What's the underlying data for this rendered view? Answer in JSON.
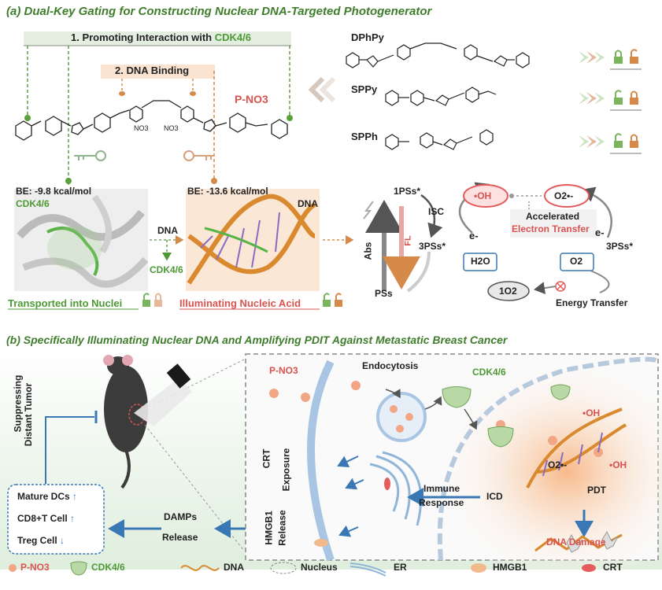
{
  "panel_a": {
    "title": "(a) Dual-Key Gating  for Constructing Nuclear DNA-Targeted Photogenerator",
    "bar1_prefix": "1. Promoting Interaction with ",
    "bar1_target": "CDK4/6",
    "bar2": "2. DNA Binding",
    "compound_main": "P-NO3",
    "no3_a": "NO3",
    "no3_b": "NO3",
    "molecules": [
      {
        "name": "DPhPy"
      },
      {
        "name": "SPPy"
      },
      {
        "name": "SPPh"
      }
    ],
    "be_left": "BE: -9.8 kcal/mol",
    "be_left_sub": "CDK4/6",
    "be_right": "BE: -13.6 kcal/mol",
    "be_right_sub": "DNA",
    "mid_dna": "DNA",
    "mid_cdk": "CDK4/6",
    "caption_left": "Transported into Nuclei",
    "caption_right": "Illuminating Nucleic Acid",
    "photo": {
      "s1": "1PSs*",
      "isc": "ISC",
      "t1": "3PSs*",
      "t1b": "3PSs*",
      "abs": "Abs",
      "fl": "FL",
      "s0": "PSs",
      "oh": "•OH",
      "o2rad": "O2•-",
      "accel1": "Accelerated",
      "accel2": "Electron Transfer",
      "e1": "e-",
      "e2": "e-",
      "h2o": "H2O",
      "o2": "O2",
      "singlet": "1O2",
      "energy": "Energy Transfer"
    }
  },
  "panel_b": {
    "title": "(b) Specifically Illuminating Nuclear DNA and Amplifying PDIT Against Metastatic Breast Cancer",
    "suppress1": "Suppressing",
    "suppress2": "Distant Tumor",
    "immune_list": [
      {
        "label": "Mature DCs",
        "arrow": "↑"
      },
      {
        "label": "CD8+T Cell",
        "arrow": "↑"
      },
      {
        "label": "Treg Cell",
        "arrow": "↓"
      }
    ],
    "damps1": "DAMPs",
    "damps2": "Release",
    "crt1": "CRT",
    "crt2": "Exposure",
    "hmgb1": "HMGB1",
    "hmgb2": "Release",
    "pno3": "P-NO3",
    "endocytosis": "Endocytosis",
    "cdk": "CDK4/6",
    "oh1": "•OH",
    "oh2": "•OH",
    "o2rad": "O2•-",
    "pdt": "PDT",
    "icd": "ICD",
    "immune1": "Immune",
    "immune2": "Response",
    "dna_damage": "DNA Damage"
  },
  "legend": [
    {
      "label": "P-NO3"
    },
    {
      "label": "CDK4/6"
    },
    {
      "label": "DNA"
    },
    {
      "label": "Nucleus"
    },
    {
      "label": "ER"
    },
    {
      "label": "HMGB1"
    },
    {
      "label": "CRT"
    }
  ],
  "colors": {
    "green": "#3f7d2c",
    "red": "#d9534f",
    "orange": "#e08a3c",
    "blue": "#3a78b5"
  }
}
